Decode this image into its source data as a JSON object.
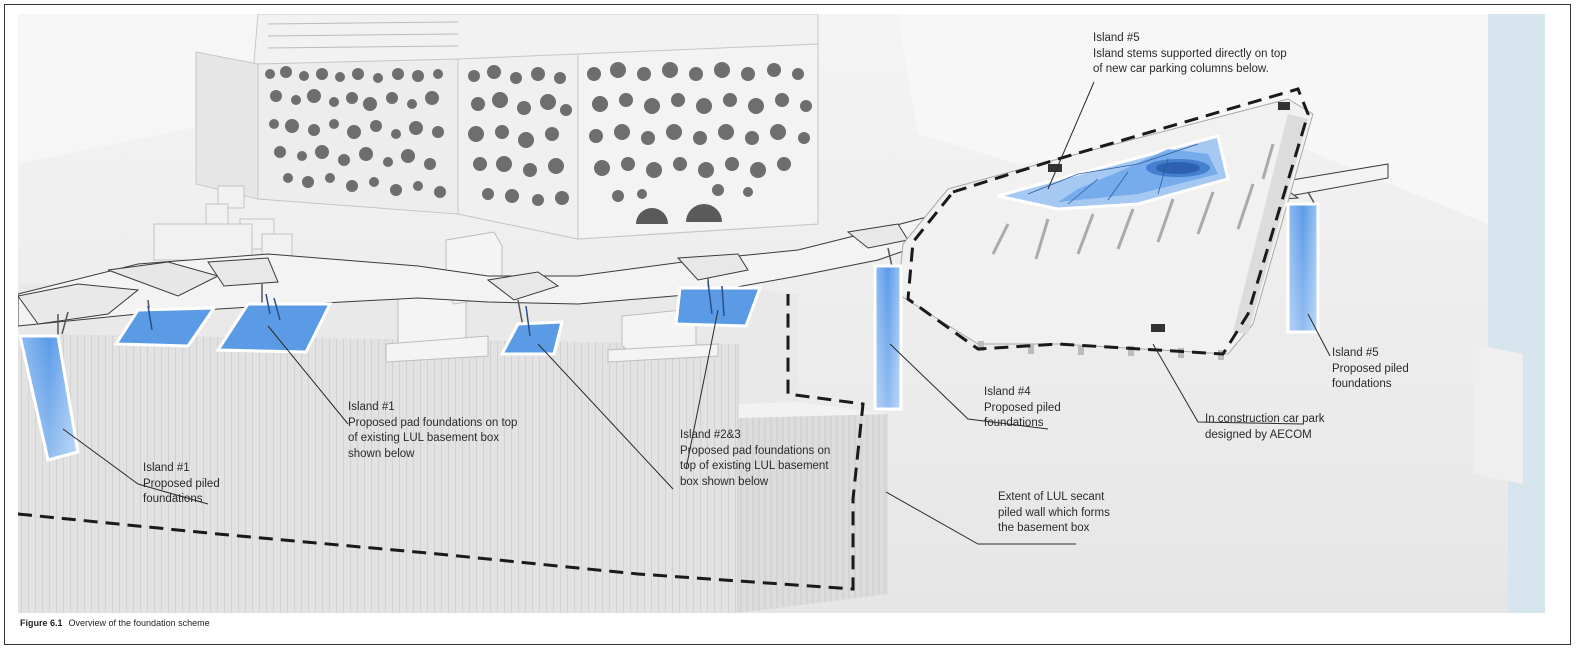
{
  "caption": {
    "number": "Figure 6.1",
    "text": "Overview of the foundation scheme"
  },
  "colors": {
    "foundation_blue": "#5b9be6",
    "foundation_outline": "#ffffff",
    "leader": "#2a2a2a",
    "secant_wall": "#1a1a1a",
    "ground": "#ececec",
    "water": "#d5e4ee"
  },
  "labels": {
    "island5_top": {
      "title": "Island #5",
      "line1": "Island stems supported directly on top",
      "line2": "of new car parking columns below."
    },
    "island1_pad": {
      "title": "Island #1",
      "line1": "Proposed pad foundations on top",
      "line2": "of existing LUL basement box",
      "line3": "shown below"
    },
    "island1_piled": {
      "title": "Island #1",
      "line1": "Proposed piled",
      "line2": "foundations"
    },
    "island23_pad": {
      "title": "Island #2&3",
      "line1": "Proposed pad foundations on",
      "line2": "top of existing LUL basement",
      "line3": "box shown below"
    },
    "island4_piled": {
      "title": "Island #4",
      "line1": "Proposed piled",
      "line2": "foundations"
    },
    "car_park": {
      "line1": "In construction car park",
      "line2": "designed by AECOM"
    },
    "island5_piled": {
      "title": "Island #5",
      "line1": "Proposed piled",
      "line2": "foundations"
    },
    "secant_wall": {
      "line1": "Extent of LUL secant",
      "line2": "piled wall which forms",
      "line3": "the basement box"
    }
  }
}
